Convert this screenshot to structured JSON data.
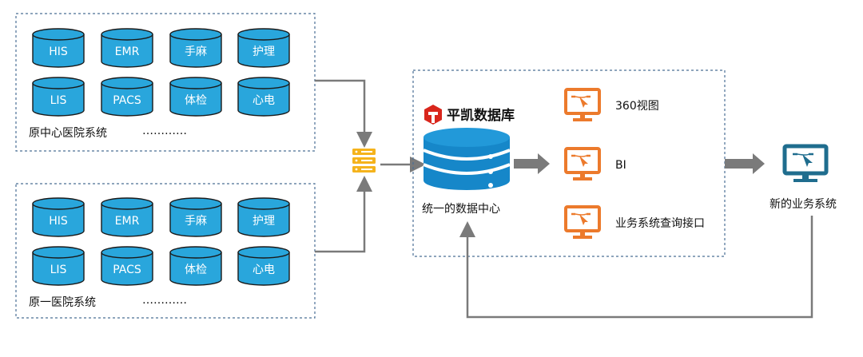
{
  "left_groups": [
    {
      "cylinders": [
        "HIS",
        "EMR",
        "手麻",
        "护理",
        "LIS",
        "PACS",
        "体检",
        "心电"
      ],
      "label": "原中心医院系统",
      "ellipsis": "…………"
    },
    {
      "cylinders": [
        "HIS",
        "EMR",
        "手麻",
        "护理",
        "LIS",
        "PACS",
        "体检",
        "心电"
      ],
      "label": "原一医院系统",
      "ellipsis": "…………"
    }
  ],
  "center": {
    "brand": "平凯数据库",
    "db_label": "统一的数据中心",
    "outputs": [
      "360视图",
      "BI",
      "业务系统查询接口"
    ]
  },
  "right": {
    "label": "新的业务系统"
  },
  "colors": {
    "cylinder": "#29a6dc",
    "cylinder_outline": "#1a1a1a",
    "frame": "#4a6f95",
    "arrow": "#7a7a7a",
    "server_icon": "#f5b31c",
    "db_blue": "#1687c9",
    "monitor_orange": "#ec7a2c",
    "monitor_teal": "#1f6d8e",
    "brand_red": "#d9261c"
  }
}
